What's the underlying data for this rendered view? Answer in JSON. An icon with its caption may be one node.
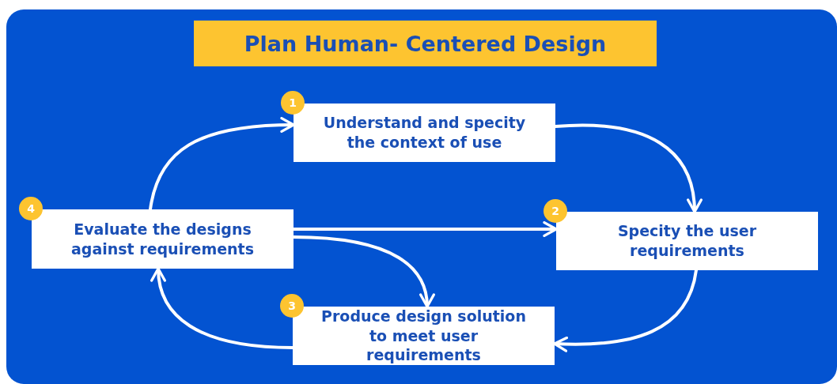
{
  "diagram": {
    "title": "Plan Human- Centered Design",
    "nodes": [
      {
        "text": [
          "Understand and specity the context of use"
        ],
        "beside": [
          "1"
        ]
      },
      {
        "text": [
          "Evaluate the designs against requirements"
        ],
        "beside": [
          "4"
        ]
      },
      {
        "text": [
          "Specity the user requirements"
        ],
        "beside": [
          "2"
        ]
      },
      {
        "text": [
          "Produce design solution to meet user requirements"
        ],
        "beside": [
          "3"
        ]
      }
    ],
    "edges": [
      {
        "from": 0,
        "to": 2,
        "arrow": "to"
      },
      {
        "from": 2,
        "to": 3,
        "arrow": "to"
      },
      {
        "from": 3,
        "to": 1,
        "arrow": "to"
      },
      {
        "from": 1,
        "to": 0,
        "arrow": "to"
      },
      {
        "from": 1,
        "to": 2,
        "arrow": "to"
      },
      {
        "from": 1,
        "to": 3,
        "arrow": "to"
      }
    ]
  }
}
